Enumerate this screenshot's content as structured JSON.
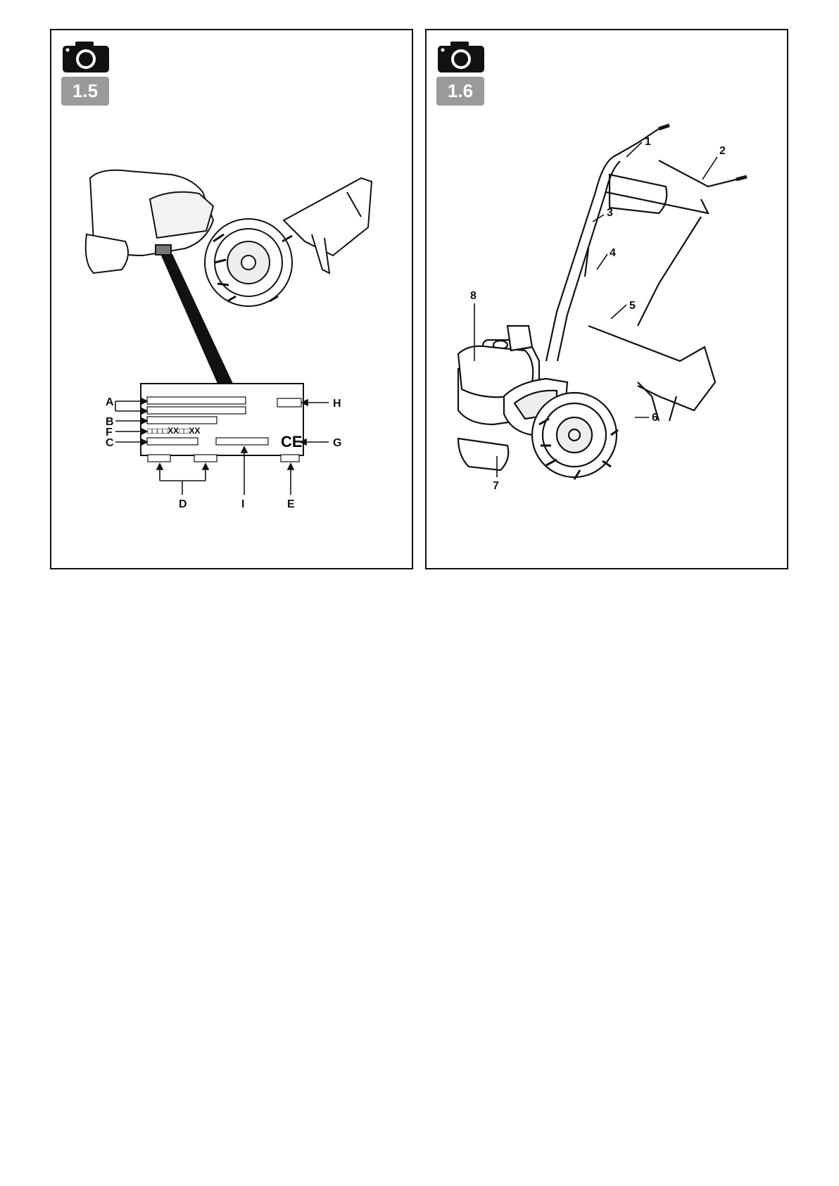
{
  "panels": [
    {
      "figure": "1.5",
      "label_letters": [
        "A",
        "B",
        "F",
        "C",
        "H",
        "G",
        "D",
        "I",
        "E"
      ],
      "plate_text_f": "□□□□XX□□XX",
      "plate_mark": "CE"
    },
    {
      "figure": "1.6",
      "callouts": [
        "1",
        "2",
        "3",
        "4",
        "5",
        "6",
        "7",
        "8"
      ]
    }
  ],
  "icons": {
    "camera": "camera-icon"
  }
}
